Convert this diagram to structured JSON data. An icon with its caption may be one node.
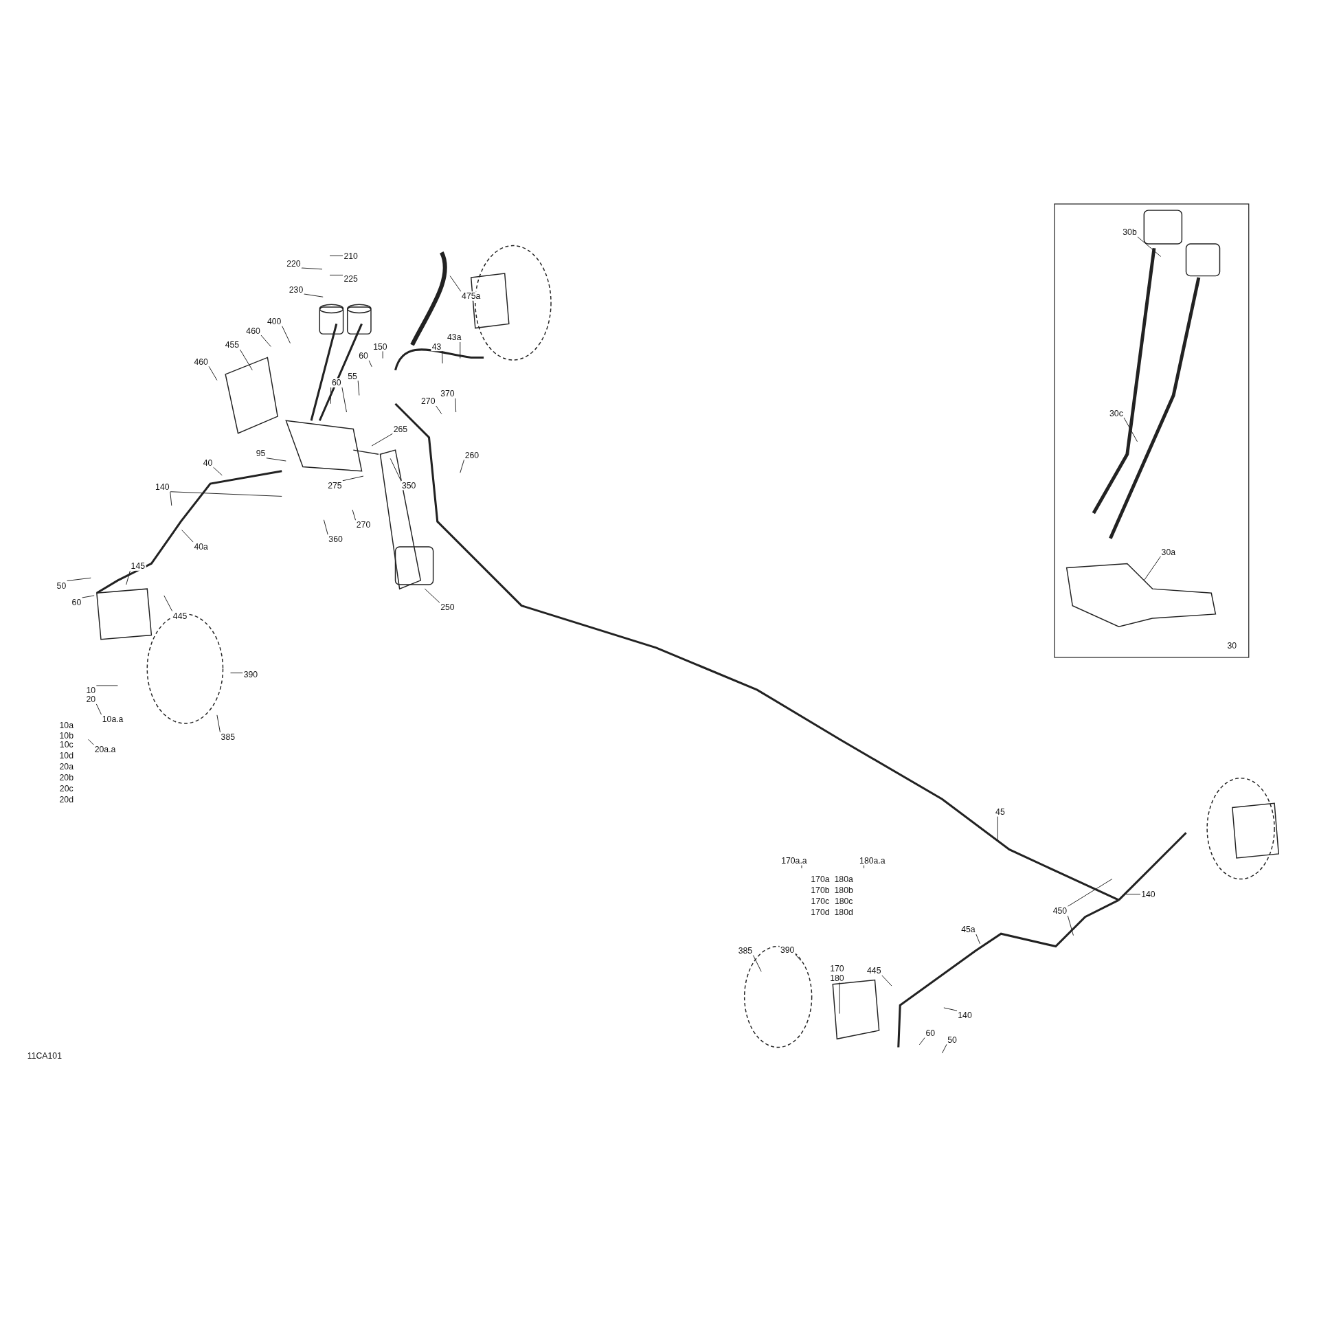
{
  "diagram": {
    "nodes": [
      {
        "text": [
          "210"
        ]
      },
      {
        "text": [
          "220"
        ]
      },
      {
        "text": [
          "225"
        ]
      },
      {
        "text": [
          "230"
        ]
      },
      {
        "text": [
          "475a"
        ]
      },
      {
        "text": [
          "400"
        ]
      },
      {
        "text": [
          "460"
        ]
      },
      {
        "text": [
          "455"
        ]
      },
      {
        "text": [
          "460"
        ]
      },
      {
        "text": [
          "150"
        ]
      },
      {
        "text": [
          "60"
        ]
      },
      {
        "text": [
          "43"
        ]
      },
      {
        "text": [
          "43a"
        ]
      },
      {
        "text": [
          "55"
        ]
      },
      {
        "text": [
          "60"
        ]
      },
      {
        "text": [
          "270"
        ]
      },
      {
        "text": [
          "370"
        ]
      },
      {
        "text": [
          "265"
        ]
      },
      {
        "text": [
          "260"
        ]
      },
      {
        "text": [
          "95"
        ]
      },
      {
        "text": [
          "40"
        ]
      },
      {
        "text": [
          "350"
        ]
      },
      {
        "text": [
          "140"
        ]
      },
      {
        "text": [
          "275"
        ]
      },
      {
        "text": [
          "270"
        ]
      },
      {
        "text": [
          "360"
        ]
      },
      {
        "text": [
          "40a"
        ]
      },
      {
        "text": [
          "145"
        ]
      },
      {
        "text": [
          "50"
        ]
      },
      {
        "text": [
          "60"
        ]
      },
      {
        "text": [
          "445"
        ]
      },
      {
        "text": [
          "250"
        ]
      },
      {
        "text": [
          "390"
        ]
      },
      {
        "text": [
          "10",
          "20"
        ]
      },
      {
        "text": [
          "10a.a"
        ]
      },
      {
        "text": [
          "20a.a"
        ]
      },
      {
        "text": [
          "385"
        ]
      },
      {
        "text": [
          "30"
        ]
      },
      {
        "text": [
          "30b"
        ],
        "in": 37
      },
      {
        "text": [
          "30c"
        ],
        "in": 37
      },
      {
        "text": [
          "30a"
        ],
        "in": 37
      },
      {
        "text": [
          "45"
        ]
      },
      {
        "text": [
          "170a.a"
        ]
      },
      {
        "text": [
          "180a.a"
        ]
      },
      {
        "text": [
          "140"
        ]
      },
      {
        "text": [
          "450"
        ]
      },
      {
        "text": [
          "45a"
        ]
      },
      {
        "text": [
          "385"
        ]
      },
      {
        "text": [
          "390"
        ]
      },
      {
        "text": [
          "170",
          "180"
        ]
      },
      {
        "text": [
          "445"
        ]
      },
      {
        "text": [
          "140"
        ]
      },
      {
        "text": [
          "60"
        ]
      },
      {
        "text": [
          "50"
        ]
      }
    ],
    "edges": [
      {
        "from": 0,
        "to": null,
        "arrow": "none"
      },
      {
        "from": 1,
        "to": null,
        "arrow": "none"
      },
      {
        "from": 2,
        "to": null,
        "arrow": "none"
      },
      {
        "from": 3,
        "to": null,
        "arrow": "none"
      },
      {
        "from": 4,
        "to": null,
        "arrow": "none"
      },
      {
        "from": 5,
        "to": null,
        "arrow": "none"
      },
      {
        "from": 6,
        "to": null,
        "arrow": "none"
      },
      {
        "from": 7,
        "to": null,
        "arrow": "none"
      },
      {
        "from": 8,
        "to": null,
        "arrow": "none"
      },
      {
        "from": 9,
        "to": null,
        "arrow": "none"
      },
      {
        "from": 10,
        "to": null,
        "arrow": "none"
      },
      {
        "from": 11,
        "to": null,
        "arrow": "none"
      },
      {
        "from": 12,
        "to": null,
        "arrow": "none"
      },
      {
        "from": 13,
        "to": null,
        "arrow": "none"
      },
      {
        "from": 14,
        "to": null,
        "arrow": "none"
      },
      {
        "from": 14,
        "to": null,
        "arrow": "none"
      },
      {
        "from": 15,
        "to": null,
        "arrow": "none"
      },
      {
        "from": 16,
        "to": null,
        "arrow": "none"
      },
      {
        "from": 17,
        "to": null,
        "arrow": "none"
      },
      {
        "from": 18,
        "to": null,
        "arrow": "none"
      },
      {
        "from": 19,
        "to": null,
        "arrow": "none"
      },
      {
        "from": 20,
        "to": null,
        "arrow": "none"
      },
      {
        "from": 21,
        "to": null,
        "arrow": "none"
      },
      {
        "from": 22,
        "to": null,
        "arrow": "none"
      },
      {
        "from": 22,
        "to": null,
        "arrow": "none"
      },
      {
        "from": 23,
        "to": null,
        "arrow": "none"
      },
      {
        "from": 24,
        "to": null,
        "arrow": "none"
      },
      {
        "from": 25,
        "to": null,
        "arrow": "none"
      },
      {
        "from": 26,
        "to": null,
        "arrow": "none"
      },
      {
        "from": 27,
        "to": null,
        "arrow": "none"
      },
      {
        "from": 28,
        "to": null,
        "arrow": "none"
      },
      {
        "from": 29,
        "to": null,
        "arrow": "none"
      },
      {
        "from": 30,
        "to": null,
        "arrow": "none"
      },
      {
        "from": 31,
        "to": null,
        "arrow": "none"
      },
      {
        "from": 32,
        "to": null,
        "arrow": "none"
      },
      {
        "from": 33,
        "to": null,
        "arrow": "none"
      },
      {
        "from": 34,
        "to": 33,
        "arrow": "none"
      },
      {
        "from": 35,
        "to": null,
        "arrow": "none"
      },
      {
        "from": 36,
        "to": null,
        "arrow": "none"
      },
      {
        "from": 38,
        "to": null,
        "arrow": "none"
      },
      {
        "from": 39,
        "to": null,
        "arrow": "none"
      },
      {
        "from": 40,
        "to": null,
        "arrow": "none"
      },
      {
        "from": 41,
        "to": null,
        "arrow": "none"
      },
      {
        "from": 42,
        "to": null,
        "arrow": "none"
      },
      {
        "from": 43,
        "to": null,
        "arrow": "none"
      },
      {
        "from": 44,
        "to": null,
        "arrow": "none"
      },
      {
        "from": 45,
        "to": null,
        "arrow": "none"
      },
      {
        "from": 45,
        "to": null,
        "arrow": "none"
      },
      {
        "from": 46,
        "to": null,
        "arrow": "none"
      },
      {
        "from": 47,
        "to": null,
        "arrow": "none"
      },
      {
        "from": 48,
        "to": null,
        "arrow": "none"
      },
      {
        "from": 49,
        "to": null,
        "arrow": "none"
      },
      {
        "from": 50,
        "to": null,
        "arrow": "none"
      },
      {
        "from": 51,
        "to": null,
        "arrow": "none"
      },
      {
        "from": 52,
        "to": null,
        "arrow": "none"
      },
      {
        "from": 53,
        "to": null,
        "arrow": "none"
      }
    ],
    "labels": [
      "10a",
      "10b",
      "10c",
      "10d",
      "20a",
      "20b",
      "20c",
      "20d",
      "170a",
      "180a",
      "170b",
      "180b",
      "170c",
      "180c",
      "170d",
      "180d",
      "11CA101"
    ]
  }
}
